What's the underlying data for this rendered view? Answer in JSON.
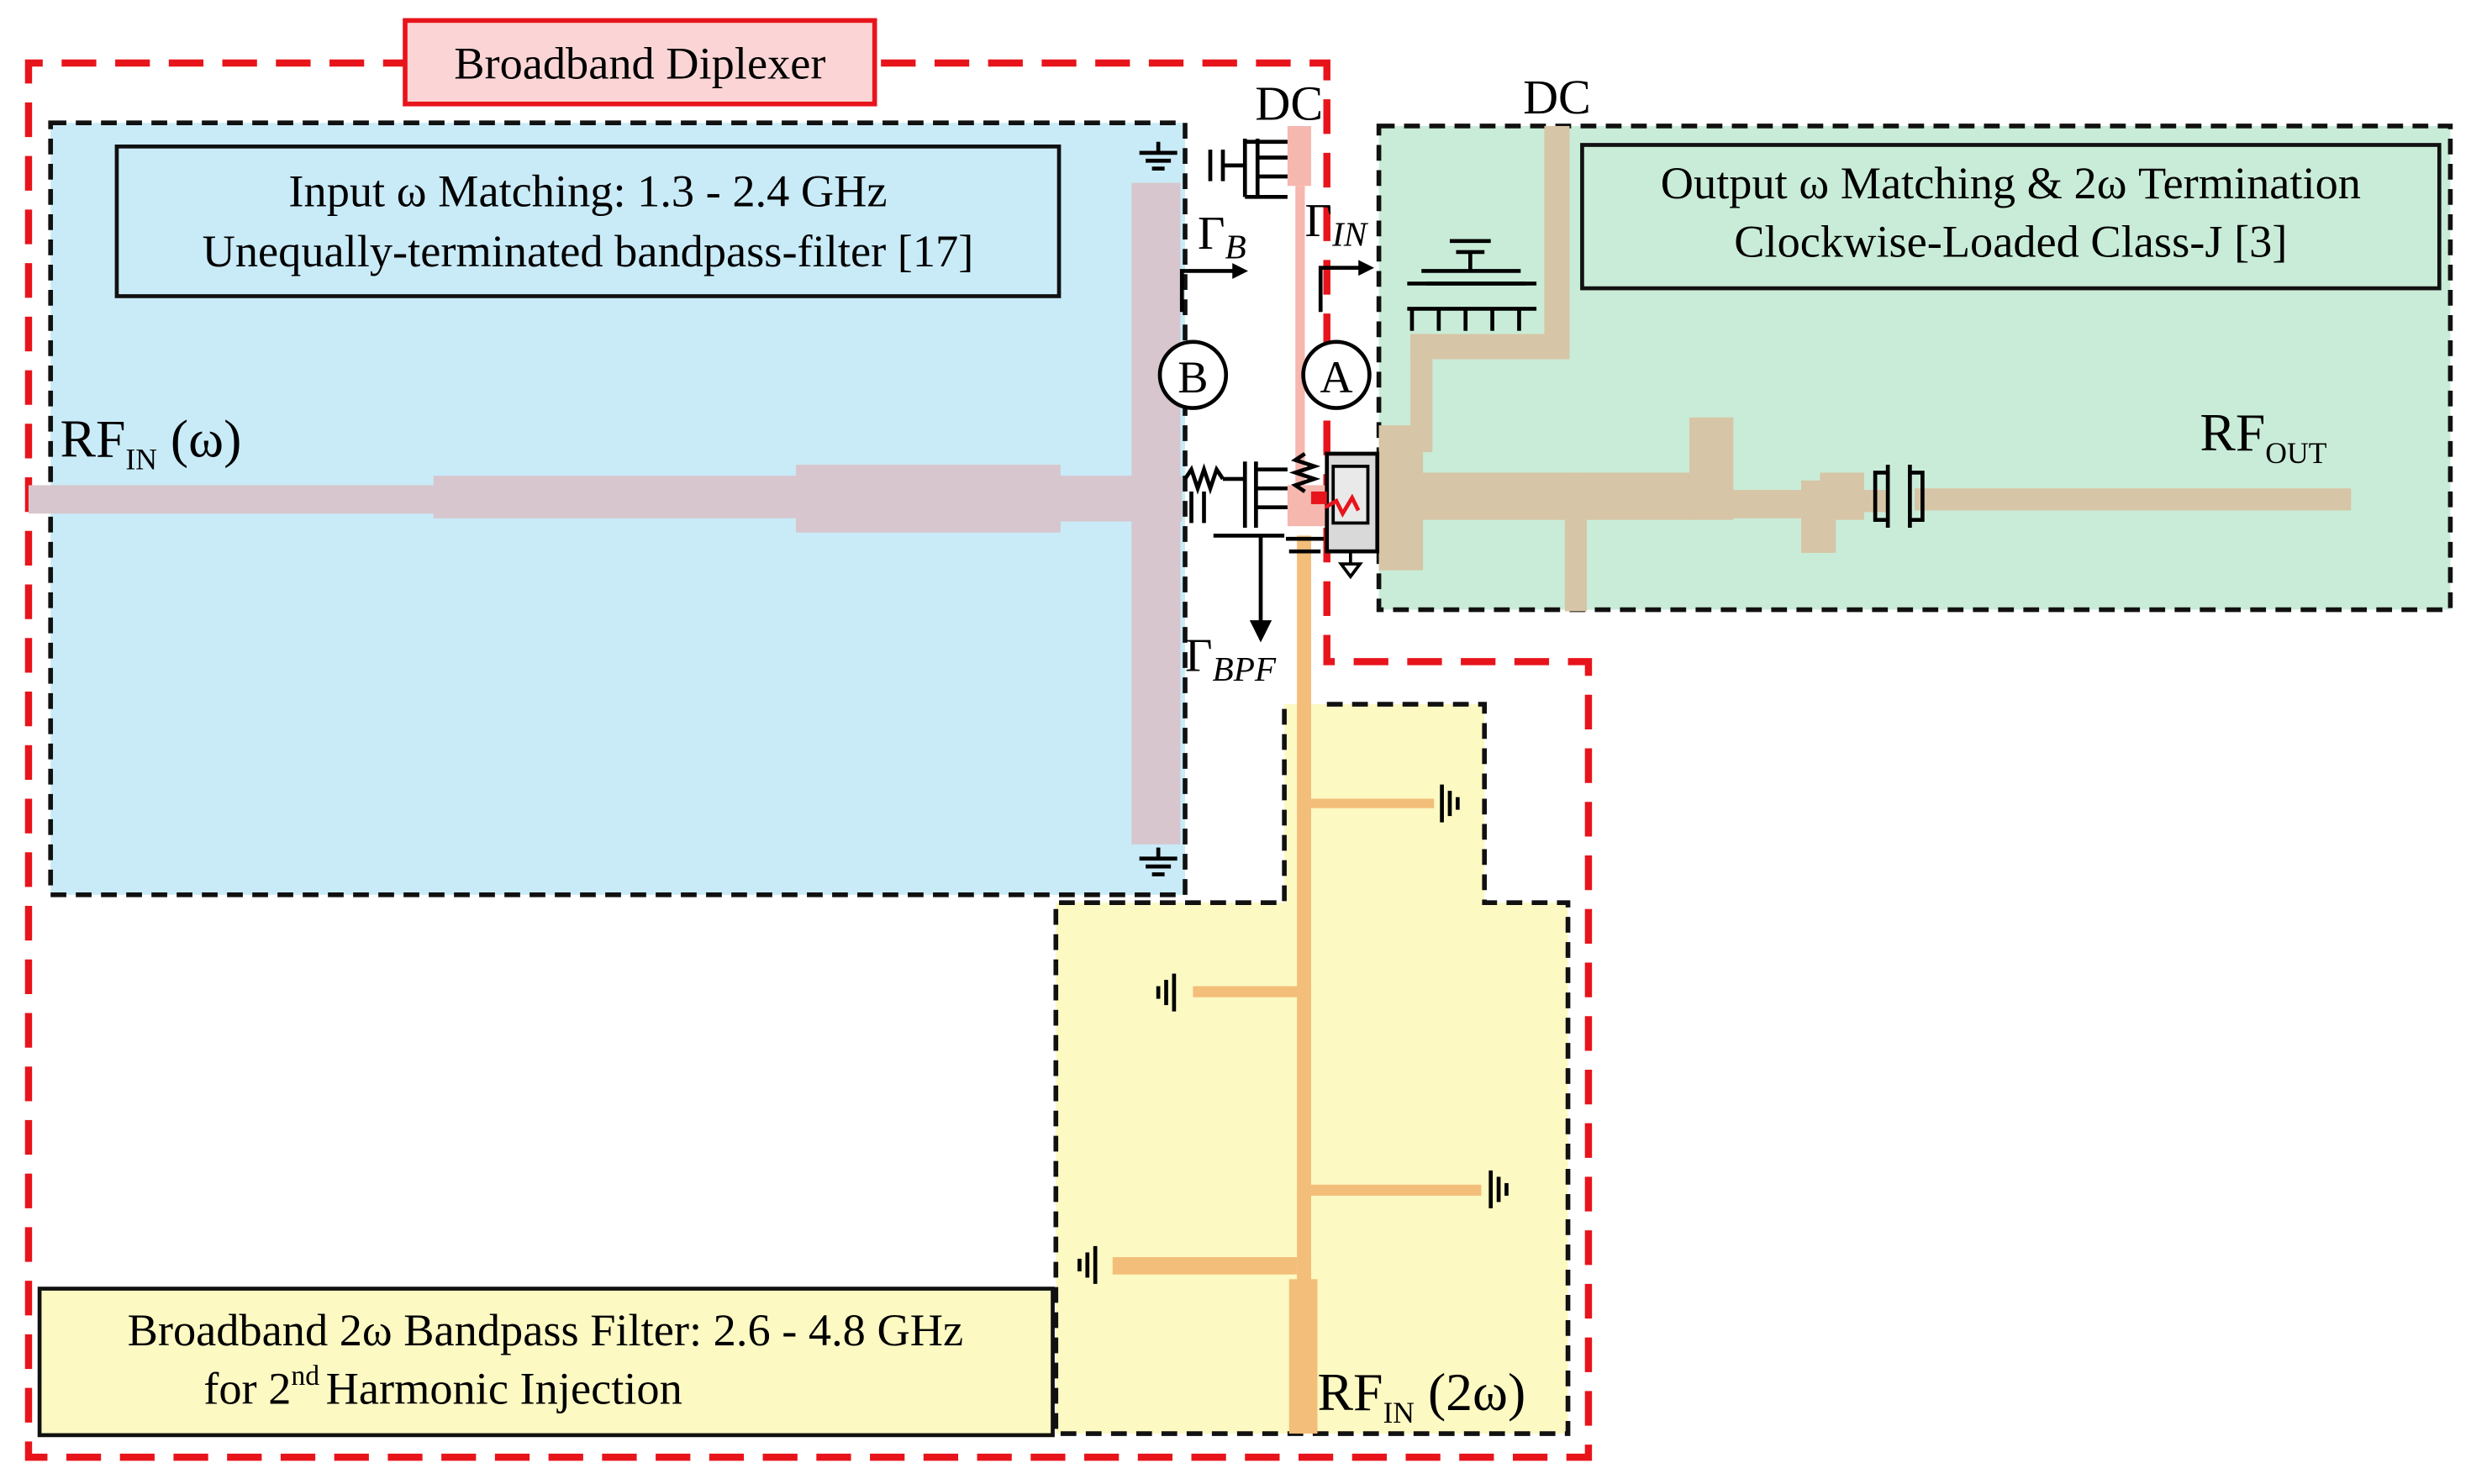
{
  "diplexer": {
    "title": "Broadband Diplexer"
  },
  "input_matching": {
    "line1": "Input ω Matching: 1.3 - 2.4 GHz",
    "line2": "Unequally-terminated bandpass-filter [17]"
  },
  "output_matching": {
    "line1": "Output ω Matching & 2ω Termination",
    "line2": "Clockwise-Loaded Class-J [3]"
  },
  "bandpass_filter": {
    "line1": "Broadband 2ω Bandpass Filter: 2.6 - 4.8 GHz",
    "line2_prefix": "for 2",
    "line2_sup": "nd",
    "line2_suffix": "Harmonic Injection"
  },
  "ports": {
    "rf_in_w": {
      "main": "RF",
      "sub": "IN",
      "suffix": " (ω)"
    },
    "rf_out": {
      "main": "RF",
      "sub": "OUT"
    },
    "rf_in_2w": {
      "main": "RF",
      "sub": "IN",
      "suffix": " (2ω)"
    }
  },
  "labels": {
    "dc_left": "DC",
    "dc_right": "DC",
    "gamma_b_main": "Γ",
    "gamma_b_sub": "B",
    "gamma_in_main": "Γ",
    "gamma_in_sub": "IN",
    "gamma_bpf_main": "Γ",
    "gamma_bpf_sub": "BPF",
    "node_a": "A",
    "node_b": "B"
  },
  "colors": {
    "input_region": "#c9ebf8",
    "output_region": "#c9ecd8",
    "filter_region": "#fcf9c3",
    "input_line": "#d7c6cd",
    "output_line": "#d7c5a7",
    "filter_line": "#f3be79",
    "diplexer_border": "#e8141b",
    "title_fill": "#fbd5d5",
    "pink_line": "#f6b7ae"
  }
}
